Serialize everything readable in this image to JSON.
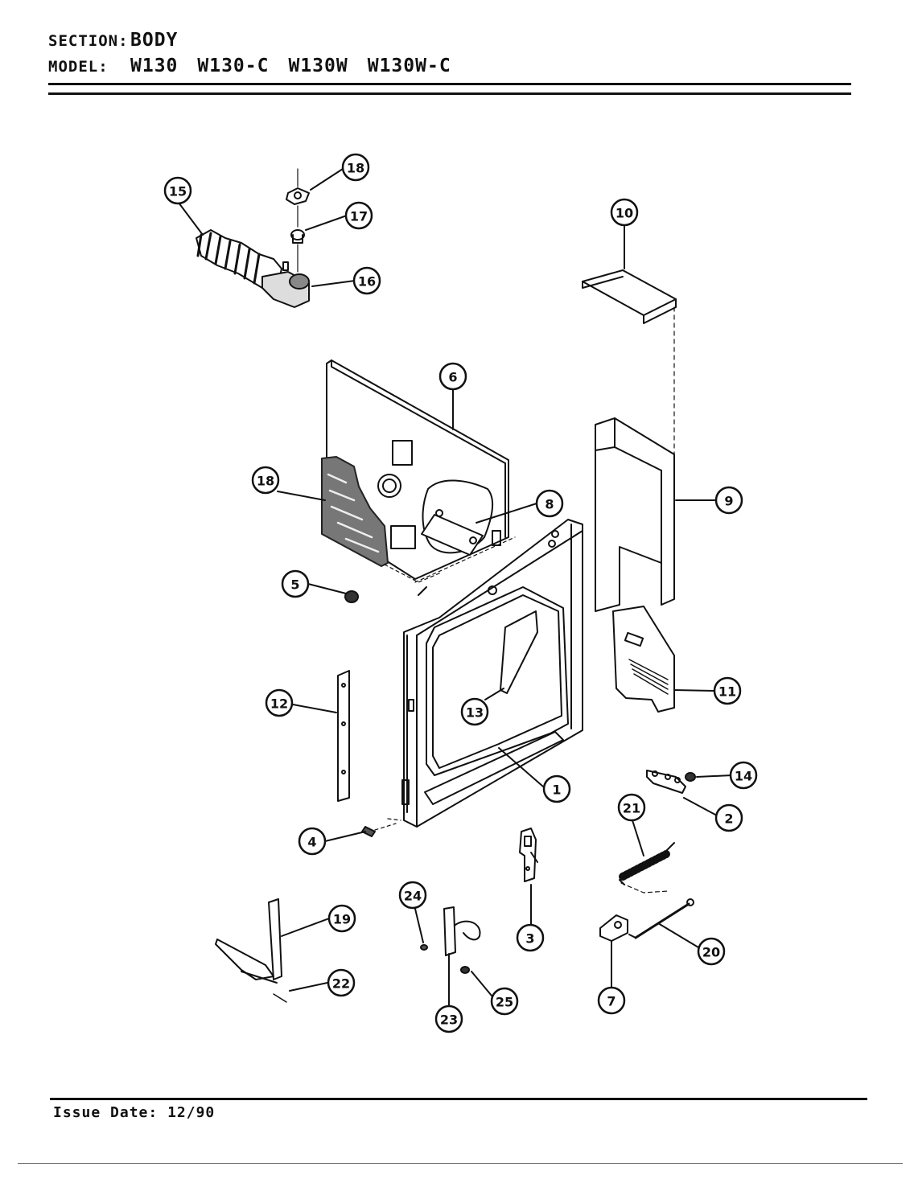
{
  "header": {
    "section_label": "SECTION:",
    "section_value": "BODY",
    "model_label": "MODEL:",
    "models": [
      "W130",
      "W130-C",
      "W130W",
      "W130W-C"
    ]
  },
  "footer": {
    "issue_label": "Issue Date:",
    "issue_date": "12/90"
  },
  "callouts": [
    {
      "id": "c18a",
      "label": "18"
    },
    {
      "id": "c15",
      "label": "15"
    },
    {
      "id": "c17",
      "label": "17"
    },
    {
      "id": "c16",
      "label": "16"
    },
    {
      "id": "c10",
      "label": "10"
    },
    {
      "id": "c6",
      "label": "6"
    },
    {
      "id": "c18b",
      "label": "18"
    },
    {
      "id": "c8",
      "label": "8"
    },
    {
      "id": "c9",
      "label": "9"
    },
    {
      "id": "c5",
      "label": "5"
    },
    {
      "id": "c11",
      "label": "11"
    },
    {
      "id": "c12",
      "label": "12"
    },
    {
      "id": "c13",
      "label": "13"
    },
    {
      "id": "c1",
      "label": "1"
    },
    {
      "id": "c14",
      "label": "14"
    },
    {
      "id": "c2",
      "label": "2"
    },
    {
      "id": "c4",
      "label": "4"
    },
    {
      "id": "c21",
      "label": "21"
    },
    {
      "id": "c19",
      "label": "19"
    },
    {
      "id": "c24",
      "label": "24"
    },
    {
      "id": "c3",
      "label": "3"
    },
    {
      "id": "c20",
      "label": "20"
    },
    {
      "id": "c22",
      "label": "22"
    },
    {
      "id": "c25",
      "label": "25"
    },
    {
      "id": "c7",
      "label": "7"
    },
    {
      "id": "c23",
      "label": "23"
    }
  ]
}
